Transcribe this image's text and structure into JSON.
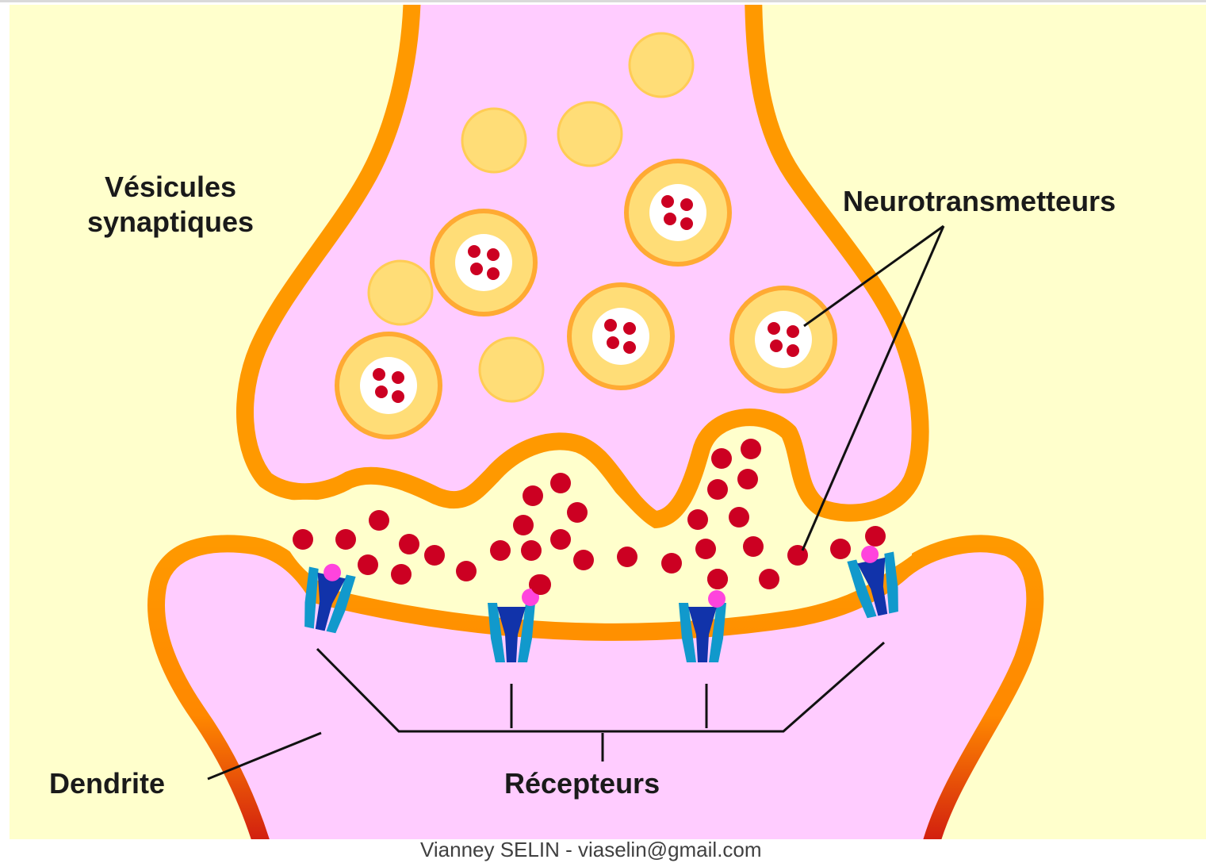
{
  "labels": {
    "vesicules_line1": "Vésicules",
    "vesicules_line2": "synaptiques",
    "neurotransmetteurs": "Neurotransmetteurs",
    "dendrite": "Dendrite",
    "recepteurs": "Récepteurs"
  },
  "credit": "Vianney SELIN - viaselin@gmail.com",
  "colors": {
    "background": "#ffffcc",
    "membrane": "#ff9900",
    "cytoplasm": "#ffccff",
    "vesicle": "#ffdd77",
    "neurotransmitter": "#cc0022",
    "receptor_outer": "#1199cc",
    "receptor_inner": "#1133aa",
    "binding_site": "#ff44dd"
  }
}
